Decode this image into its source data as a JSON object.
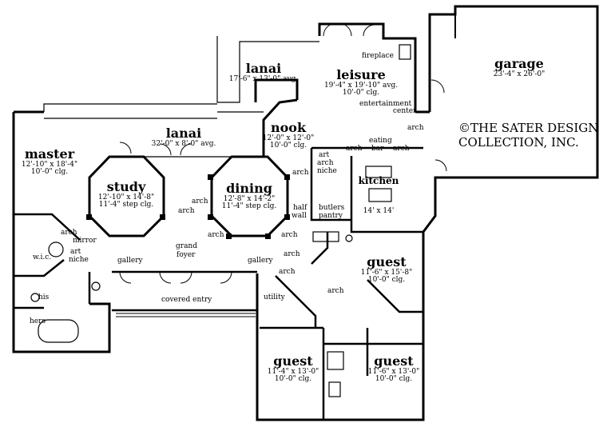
{
  "rooms": {
    "lanai_top": {
      "name": "lanai",
      "dims": "17'-6\" x 13'-0\" avg."
    },
    "leisure": {
      "name": "leisure",
      "dims": "19'-4\" x 19'-10\" avg.",
      "clg": "10'-0\" clg."
    },
    "garage": {
      "name": "garage",
      "dims": "23'-4\" x 26'-0\""
    },
    "lanai_main": {
      "name": "lanai",
      "dims": "32'-0\" x 8'-0\" avg."
    },
    "nook": {
      "name": "nook",
      "dims": "12'-0\" x 12'-0\"",
      "clg": "10'-0\" clg."
    },
    "master": {
      "name": "master",
      "dims": "12'-10\" x 18'-4\"",
      "clg": "10'-0\" clg."
    },
    "study": {
      "name": "study",
      "dims": "12'-10\" x 14'-8\"",
      "clg": "11'-4\" step clg."
    },
    "dining": {
      "name": "dining",
      "dims": "12'-8\" x 14'-2\"",
      "clg": "11'-4\" step clg."
    },
    "kitchen": {
      "name": "kitchen",
      "dims": "14' x 14'"
    },
    "guest1": {
      "name": "guest",
      "dims": "11'-6\" x 15'-8\"",
      "clg": "10'-0\" clg."
    },
    "guest2": {
      "name": "guest",
      "dims": "11'-4\" x 13'-0\"",
      "clg": "10'-0\" clg."
    },
    "guest3": {
      "name": "guest",
      "dims": "11'-6\" x 13'-0\"",
      "clg": "10'-0\" clg."
    }
  },
  "labels": {
    "fireplace": "fireplace",
    "entertainment": "entertainment",
    "center": "center",
    "eating": "eating",
    "bar": "bar",
    "arch": "arch",
    "art": "art",
    "niche": "niche",
    "half": "half",
    "wall": "wall",
    "butlers": "butlers",
    "pantry": "pantry",
    "mirror": "mirror",
    "wic": "w.i.c.",
    "his": "his",
    "hers": "hers",
    "gallery": "gallery",
    "grand": "grand",
    "foyer": "foyer",
    "covered_entry": "covered entry",
    "utility": "utility"
  },
  "copyright": {
    "line1": "©THE SATER DESIGN",
    "line2": "COLLECTION, INC."
  }
}
